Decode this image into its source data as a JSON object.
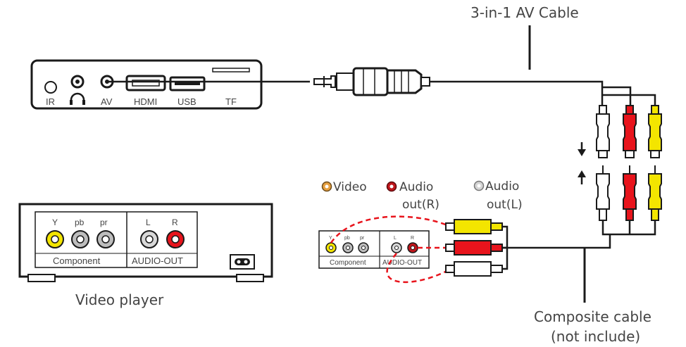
{
  "labels": {
    "cable_3in1": "3-in-1 AV Cable",
    "legend_video": "Video",
    "legend_audio_r_1": "Audio",
    "legend_audio_r_2": "out(R)",
    "legend_audio_l_1": "Audio",
    "legend_audio_l_2": "out(L)",
    "video_player": "Video player",
    "composite_1": "Composite cable",
    "composite_2": "(not include)"
  },
  "device_ports": {
    "ir": "IR",
    "headphone_icon": "headphone-icon",
    "av": "AV",
    "hdmi": "HDMI",
    "usb": "USB",
    "tf": "TF"
  },
  "player_panel": {
    "y": "Y",
    "pb": "pb",
    "pr": "pr",
    "l": "L",
    "r": "R",
    "component": "Component",
    "audio_out": "AUDIO-OUT"
  },
  "small_panel": {
    "y": "Y",
    "pb": "pb",
    "pr": "pr",
    "l": "L",
    "r": "R",
    "component": "Component",
    "audio_out": "AUDIO-OUT"
  },
  "colors": {
    "line": "#1a1a1a",
    "yellow": "#f3e500",
    "red": "#e8141c",
    "white": "#ffffff",
    "dashed": "#e8141c",
    "legend_video": "#e6a040",
    "legend_audio_r": "#c0161c",
    "legend_audio_l": "#b5b5b5"
  }
}
